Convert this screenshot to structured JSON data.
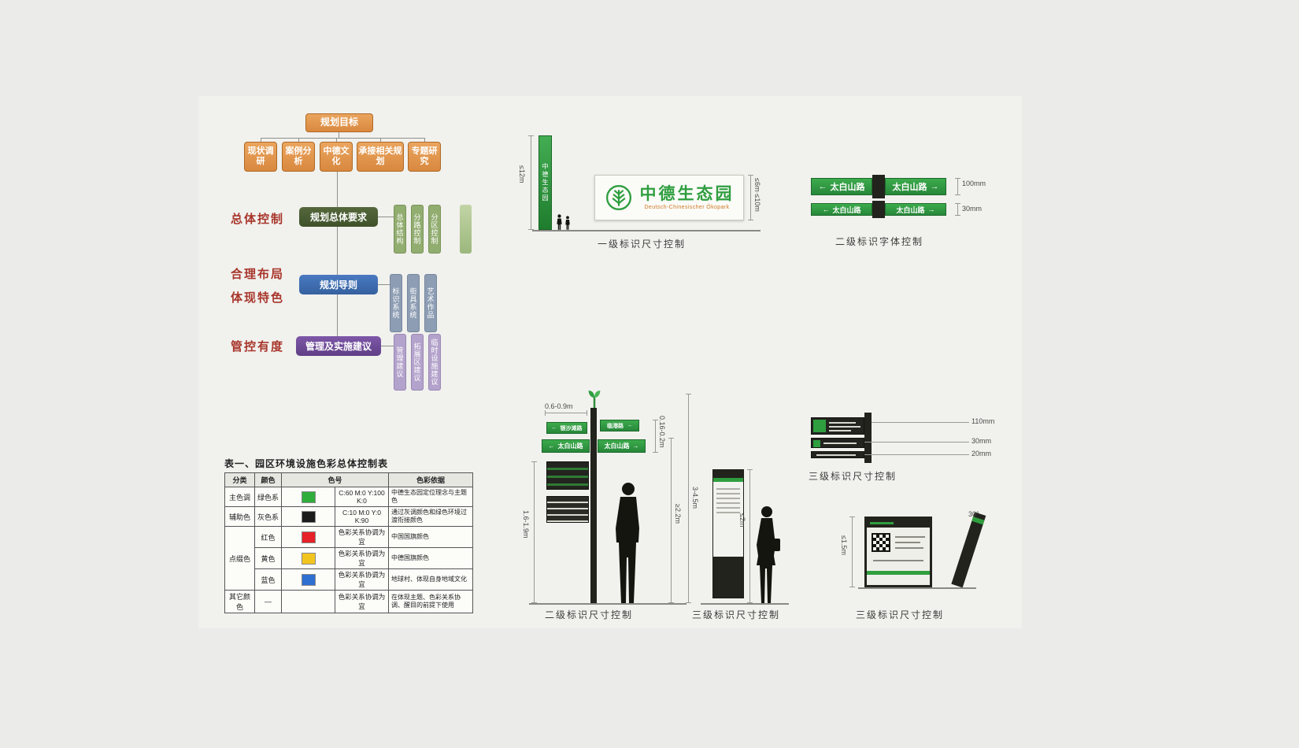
{
  "flowchart": {
    "root": "规划目标",
    "level2": [
      "现状调研",
      "案例分析",
      "中德文化",
      "承接相关规划",
      "专题研究"
    ],
    "side_labels": [
      "总体控制",
      "合理布局",
      "体现特色",
      "管控有度"
    ],
    "main1": "规划总体要求",
    "main1_subs": [
      "总体结构",
      "分路控制",
      "分区控制"
    ],
    "main2": "规划导则",
    "main2_subs": [
      "标识系统",
      "街具系统",
      "艺术作品"
    ],
    "main3": "管理及实施建议",
    "main3_subs": [
      "管理建议",
      "拓展区建议",
      "临时设施建议"
    ]
  },
  "table": {
    "title": "表一、园区环境设施色彩总体控制表",
    "headers": {
      "category": "分类",
      "color": "颜色",
      "code": "色号",
      "basis": "色彩依据"
    },
    "rows": [
      {
        "category": "主色调",
        "color": "绿色系",
        "swatch": "#2fae3c",
        "code": "C:60  M:0  Y:100  K:0",
        "basis": "中德生态园定位理念与主题色"
      },
      {
        "category": "辅助色",
        "color": "灰色系",
        "swatch": "#1b1b1b",
        "code": "C:10  M:0  Y:0  K:90",
        "basis": "通过灰调颜色和绿色环境过渡衔接颜色"
      },
      {
        "category": "点缀色",
        "color": "红色",
        "swatch": "#e62129",
        "code": "色彩关系协调为宜",
        "basis": "中国国旗颜色"
      },
      {
        "category": "",
        "color": "黄色",
        "swatch": "#f2c51e",
        "code": "色彩关系协调为宜",
        "basis": "中德国旗颜色"
      },
      {
        "category": "",
        "color": "蓝色",
        "swatch": "#2e6fd2",
        "code": "色彩关系协调为宜",
        "basis": "地球村、体现自身地域文化"
      },
      {
        "category": "其它颜色",
        "color": "—",
        "swatch": "",
        "code": "色彩关系协调为宜",
        "basis": "在体现主题、色彩关系协调、醒目的前提下使用"
      }
    ]
  },
  "signs": {
    "level1": {
      "caption": "一级标识尺寸控制",
      "dim_height": "≤12m",
      "dim_width": "≤6m·≤10m",
      "banner_text": "中德生态园",
      "logo_cn": "中德生态园",
      "logo_de": "Deutsch-Chinesischer Ökopark"
    },
    "level2_font": {
      "caption": "二级标识字体控制",
      "road": "太白山路",
      "dim_top": "100mm",
      "dim_bottom": "30mm"
    },
    "level2_size": {
      "caption": "二级标识尺寸控制",
      "dim_finial": "0.6-0.9m",
      "dim_blade": "0.16-0.2m",
      "dim_upper": "≥2.2m",
      "dim_total": "3-4.5m",
      "dim_panel": "1.6-1.9m",
      "blade_small_left": "银沙滩路",
      "blade_small_right": "临港路",
      "blade_left": "太白山路",
      "blade_right": "太白山路"
    },
    "level3_pedestal": {
      "caption": "三级标识尺寸控制",
      "dim_height": "≤2m"
    },
    "level3_blades": {
      "caption": "三级标识尺寸控制",
      "dims": [
        "110mm",
        "30mm",
        "20mm"
      ]
    },
    "level3_map": {
      "caption": "三级标识尺寸控制",
      "dim_height": "≤1.5m",
      "dim_angle": "30°"
    }
  }
}
